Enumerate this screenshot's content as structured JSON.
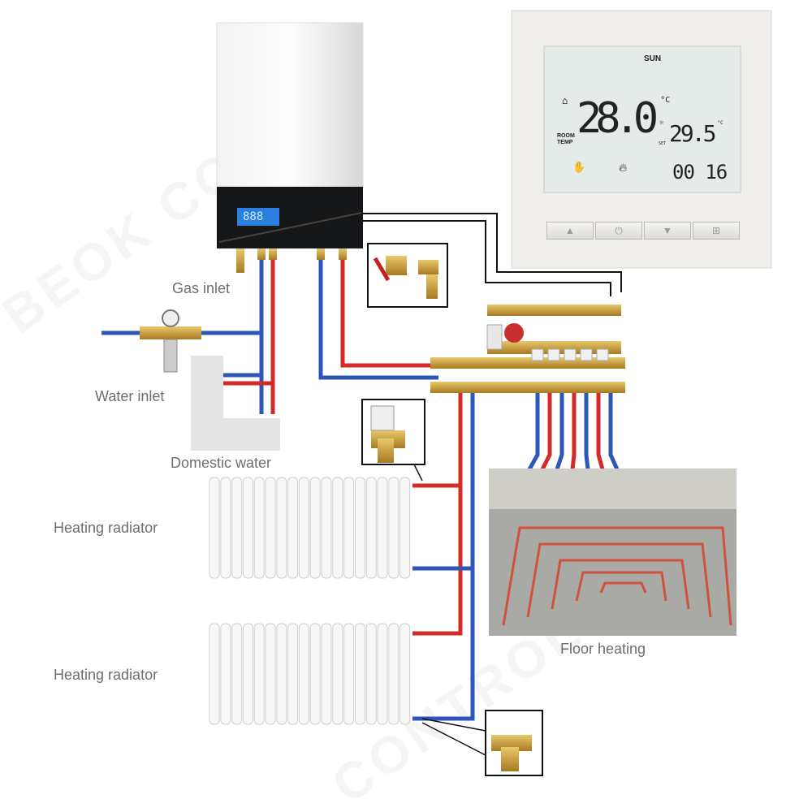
{
  "labels": {
    "gas_inlet": "Gas inlet",
    "water_inlet": "Water inlet",
    "domestic_water": "Domestic water",
    "heating_radiator_1": "Heating radiator",
    "heating_radiator_2": "Heating radiator",
    "floor_heating": "Floor heating"
  },
  "watermark": "BEOK CONTROLS",
  "boiler": {
    "display": "888"
  },
  "thermostat": {
    "day": "SUN",
    "room_temp_label_1": "ROOM",
    "room_temp_label_2": "TEMP",
    "room_temp": "28.0",
    "unit": "°C",
    "set_label": "SET",
    "set_temp": "29.5",
    "time": "00 16",
    "buttons": [
      "up-icon",
      "power-icon",
      "down-icon",
      "menu-icon"
    ]
  },
  "colors": {
    "hot_pipe": "#d42a2a",
    "cold_pipe": "#2d56b8",
    "brass": "#c9a040",
    "lcd_bg": "#e4ebe8",
    "boiler_lcd": "#2a7fe0"
  }
}
